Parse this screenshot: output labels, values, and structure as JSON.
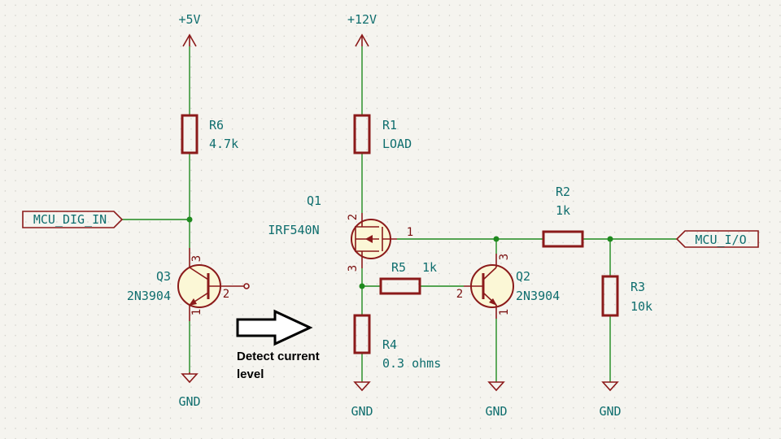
{
  "power": {
    "vcc5": "+5V",
    "vcc12": "+12V",
    "gnd": "GND"
  },
  "components": {
    "r6": {
      "ref": "R6",
      "value": "4.7k"
    },
    "r1": {
      "ref": "R1",
      "value": "LOAD"
    },
    "r2": {
      "ref": "R2",
      "value": "1k"
    },
    "r3": {
      "ref": "R3",
      "value": "10k"
    },
    "r4": {
      "ref": "R4",
      "value": "0.3 ohms"
    },
    "r5": {
      "ref": "R5",
      "value": "1k"
    },
    "q1": {
      "ref": "Q1",
      "value": "IRF540N",
      "pins": [
        "2",
        "1",
        "3"
      ]
    },
    "q2": {
      "ref": "Q2",
      "value": "2N3904",
      "pins": [
        "3",
        "2",
        "1"
      ]
    },
    "q3": {
      "ref": "Q3",
      "value": "2N3904",
      "pins": [
        "3",
        "2",
        "1"
      ]
    }
  },
  "labels": {
    "mcu_dig_in": "MCU_DIG_IN",
    "mcu_io": "MCU_I/O"
  },
  "annotation": {
    "line1": "Detect current",
    "line2": "level"
  },
  "colors": {
    "wire": "#1f8a1f",
    "part": "#8b1a1a",
    "text": "#0f6e6e",
    "background": "#f5f4ef"
  }
}
